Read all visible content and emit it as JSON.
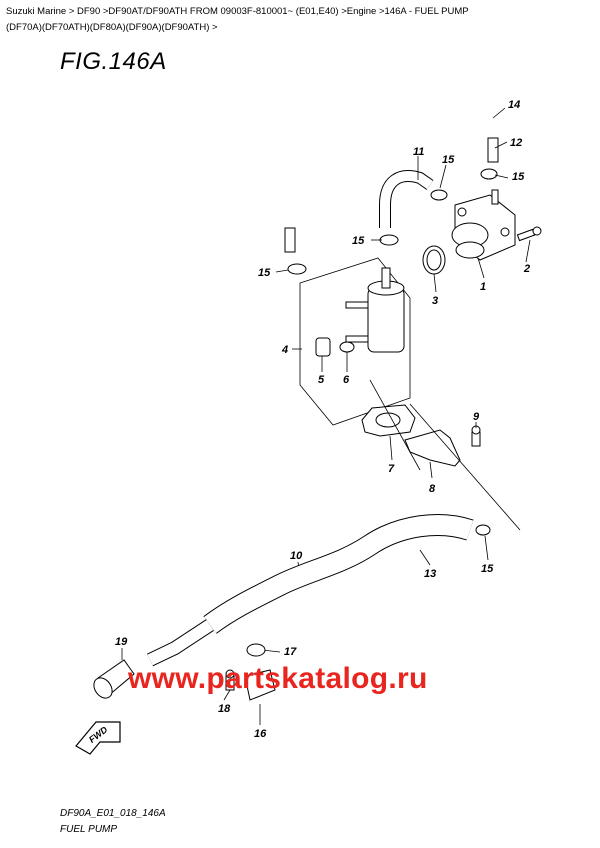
{
  "breadcrumb": {
    "line1": "Suzuki Marine > DF90 >DF90AT/DF90ATH FROM 09003F-810001~ (E01,E40) >Engine >146A - FUEL PUMP",
    "line2": "(DF70A)(DF70ATH)(DF80A)(DF90A)(DF90ATH) >"
  },
  "figure": {
    "title": "FIG.146A",
    "code": "DF90A_E01_018_146A",
    "name": "FUEL PUMP"
  },
  "callouts": {
    "c1": "1",
    "c2": "2",
    "c3": "3",
    "c4": "4",
    "c5": "5",
    "c6": "6",
    "c7": "7",
    "c8": "8",
    "c9": "9",
    "c10": "10",
    "c11": "11",
    "c12": "12",
    "c13": "13",
    "c14": "14",
    "c15a": "15",
    "c15b": "15",
    "c15c": "15",
    "c15d": "15",
    "c15e": "15",
    "c16": "16",
    "c17": "17",
    "c18": "18",
    "c19": "19"
  },
  "fwd_label": "FWD",
  "watermark": "www.partskatalog.ru",
  "colors": {
    "watermark": "#e8251f",
    "line": "#000000"
  }
}
